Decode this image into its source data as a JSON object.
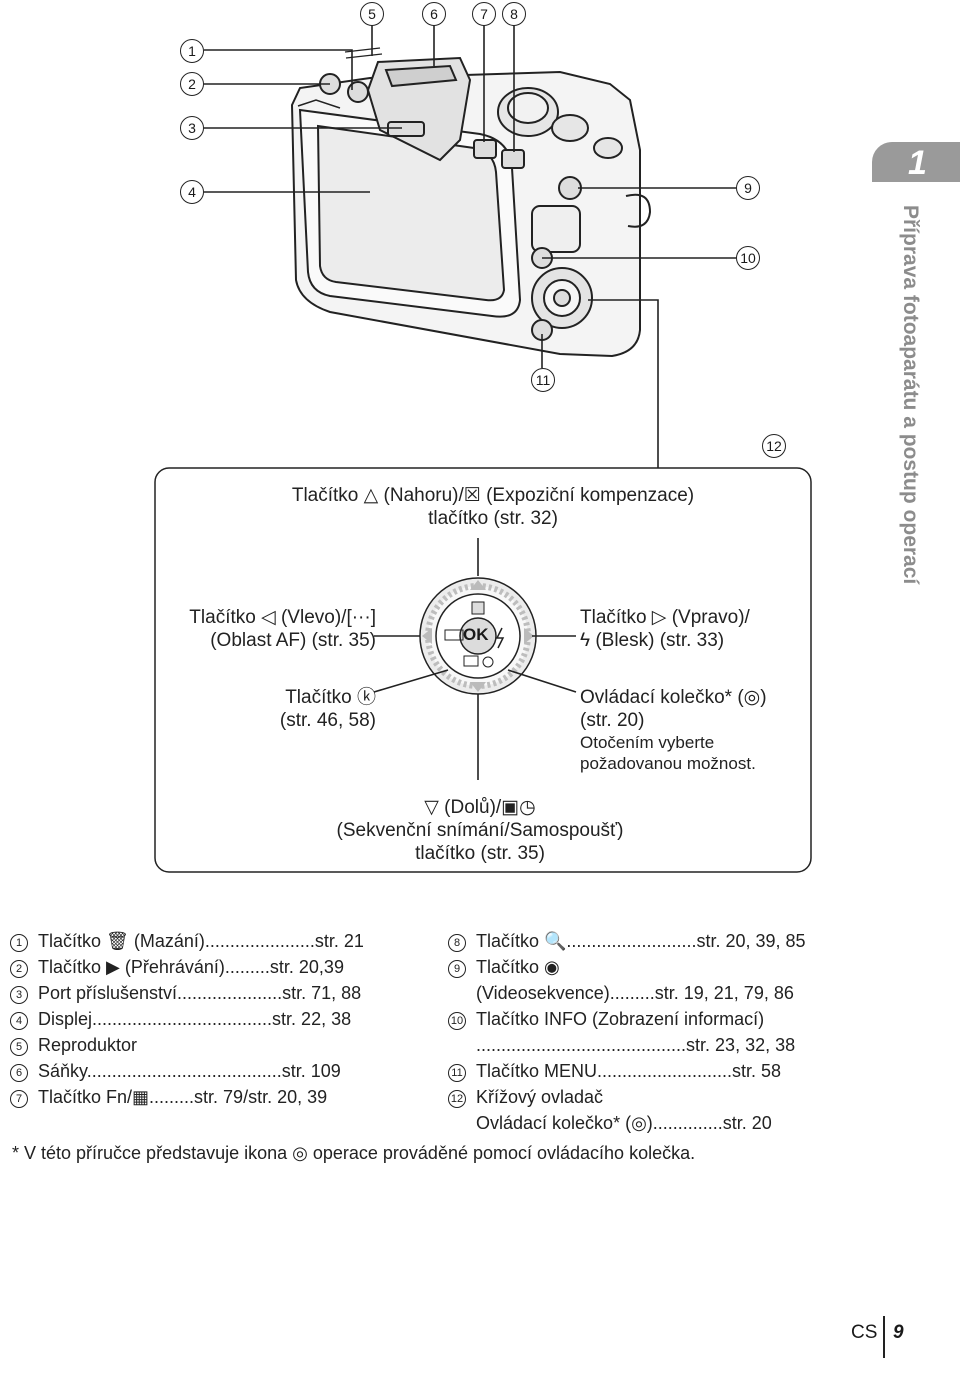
{
  "chapter": {
    "number": "1",
    "title": "Příprava fotoaparátu a postup operací"
  },
  "callout_numbers": [
    "1",
    "2",
    "3",
    "4",
    "5",
    "6",
    "7",
    "8",
    "9",
    "10",
    "11",
    "12"
  ],
  "box": {
    "up": {
      "l1": "Tlačítko △ (Nahoru)/☒ (Expoziční kompenzace)",
      "l2": "tlačítko (str. 32)"
    },
    "left": {
      "l1": "Tlačítko ◁ (Vlevo)/[···]",
      "l2": "(Oblast AF) (str. 35)"
    },
    "right": {
      "l1": "Tlačítko ▷ (Vpravo)/",
      "l2": "ϟ (Blesk) (str. 33)"
    },
    "ok": {
      "l1": "Tlačítko ⓚ",
      "l2": "(str. 46, 58)"
    },
    "dial": {
      "l1": "Ovládací kolečko* (◎)",
      "l2": "(str. 20)",
      "l3": "Otočením vyberte",
      "l4": "požadovanou možnost."
    },
    "down": {
      "l1": "▽ (Dolů)/▣◷",
      "l2": "(Sekvenční snímání/Samospoušť)",
      "l3": "tlačítko (str. 35)"
    },
    "pad_ok": "OK"
  },
  "left_list": [
    {
      "n": "1",
      "text": "Tlačítko 🗑 (Mazání)......................str. 21"
    },
    {
      "n": "2",
      "text": "Tlačítko ▶ (Přehrávání).........str. 20,39"
    },
    {
      "n": "3",
      "text": "Port příslušenství.....................str. 71, 88"
    },
    {
      "n": "4",
      "text": "Displej....................................str. 22, 38"
    },
    {
      "n": "5",
      "text": "Reproduktor"
    },
    {
      "n": "6",
      "text": "Sáňky.......................................str. 109"
    },
    {
      "n": "7",
      "text": "Tlačítko Fn/▦.........str. 79/str. 20, 39"
    }
  ],
  "right_list": [
    {
      "n": "8",
      "l1": "Tlačítko 🔍..........................str. 20, 39, 85"
    },
    {
      "n": "9",
      "l1": "Tlačítko ◉",
      "l2": "(Videosekvence).........str. 19, 21, 79, 86"
    },
    {
      "n": "10",
      "l1": "Tlačítko INFO (Zobrazení informací)",
      "l2": "..........................................str. 23, 32, 38"
    },
    {
      "n": "11",
      "l1": "Tlačítko MENU...........................str. 58"
    },
    {
      "n": "12",
      "l1": "Křížový ovladač",
      "l2": "Ovládací kolečko* (◎)..............str. 20"
    }
  ],
  "footnote": "*  V této příručce představuje ikona ◎ operace prováděné pomocí ovládacího kolečka.",
  "footer": {
    "lang": "CS",
    "page": "9"
  }
}
